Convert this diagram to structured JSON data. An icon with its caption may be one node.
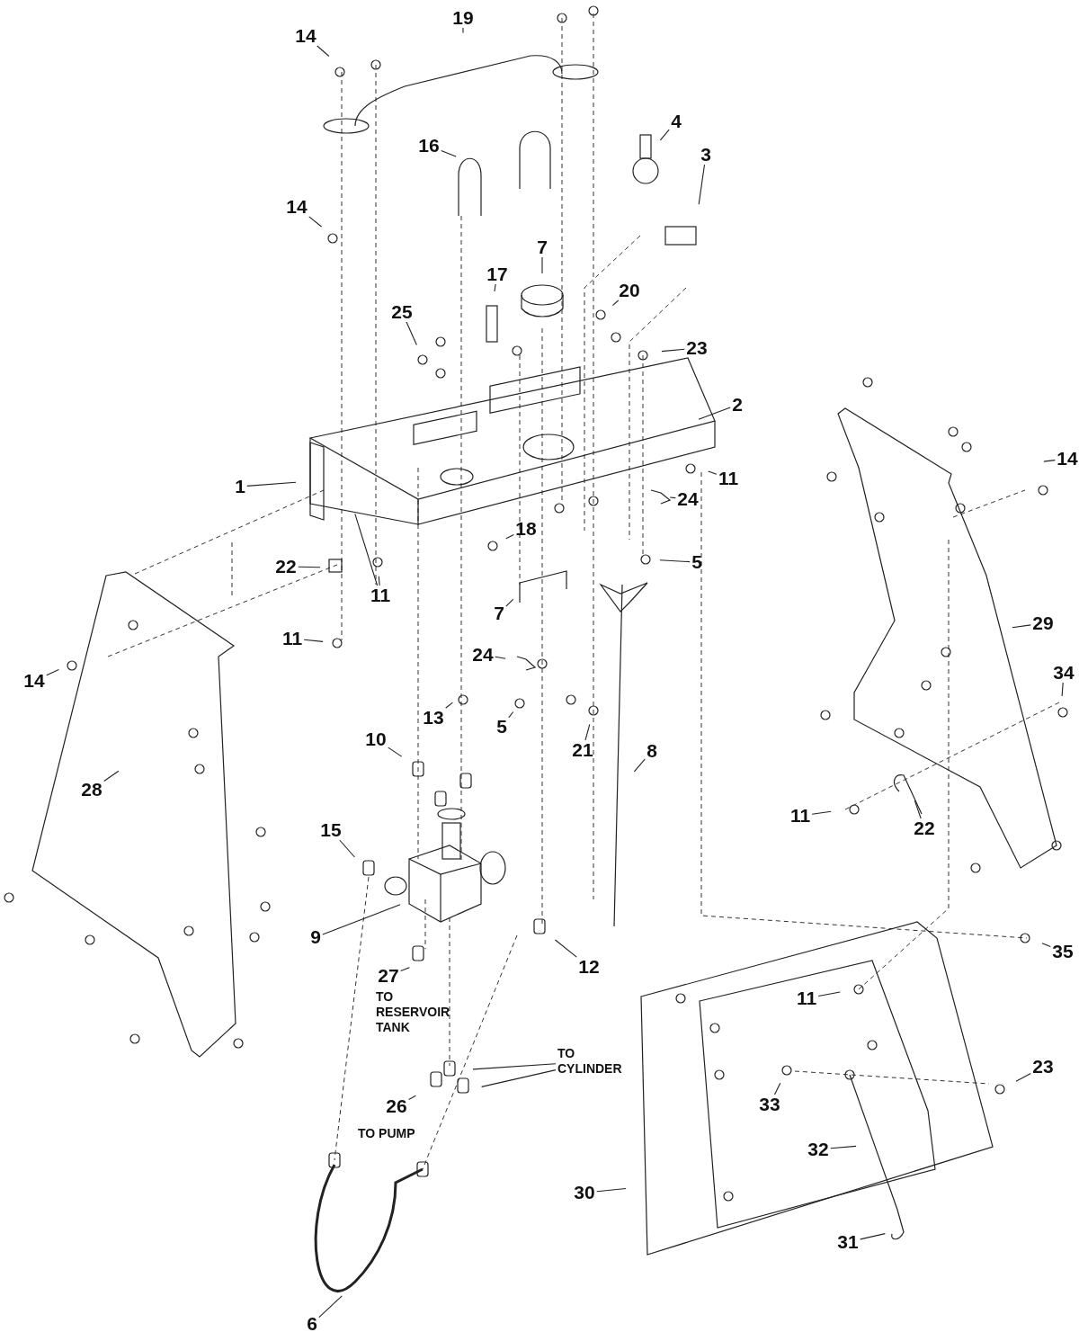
{
  "diagram": {
    "nodes": [
      {
        "text": [
          "19"
        ]
      },
      {
        "text": [
          "14"
        ]
      },
      {
        "text": [
          "4"
        ]
      },
      {
        "text": [
          "16"
        ]
      },
      {
        "text": [
          "3"
        ]
      },
      {
        "text": [
          "14"
        ]
      },
      {
        "text": [
          "7"
        ]
      },
      {
        "text": [
          "17"
        ]
      },
      {
        "text": [
          "20"
        ]
      },
      {
        "text": [
          "25"
        ]
      },
      {
        "text": [
          "23"
        ]
      },
      {
        "text": [
          "2"
        ]
      },
      {
        "text": [
          "1"
        ]
      },
      {
        "text": [
          "11"
        ]
      },
      {
        "text": [
          "24"
        ]
      },
      {
        "text": [
          "18"
        ]
      },
      {
        "text": [
          "22"
        ]
      },
      {
        "text": [
          "5"
        ]
      },
      {
        "text": [
          "11"
        ]
      },
      {
        "text": [
          "7"
        ]
      },
      {
        "text": [
          "11"
        ]
      },
      {
        "text": [
          "14"
        ]
      },
      {
        "text": [
          "24"
        ]
      },
      {
        "text": [
          "13"
        ]
      },
      {
        "text": [
          "5"
        ]
      },
      {
        "text": [
          "21"
        ]
      },
      {
        "text": [
          "10"
        ]
      },
      {
        "text": [
          "8"
        ]
      },
      {
        "text": [
          "28"
        ]
      },
      {
        "text": [
          "29"
        ]
      },
      {
        "text": [
          "14"
        ]
      },
      {
        "text": [
          "34"
        ]
      },
      {
        "text": [
          "11"
        ]
      },
      {
        "text": [
          "22"
        ]
      },
      {
        "text": [
          "15"
        ]
      },
      {
        "text": [
          "9"
        ]
      },
      {
        "text": [
          "27"
        ]
      },
      {
        "text": [
          "12"
        ]
      },
      {
        "text": [
          "35"
        ]
      },
      {
        "text": [
          "11"
        ]
      },
      {
        "text": [
          "TO CYLINDER"
        ]
      },
      {
        "text": [
          "23"
        ]
      },
      {
        "text": [
          "33"
        ]
      },
      {
        "text": [
          "26"
        ]
      },
      {
        "text": [
          "32"
        ]
      },
      {
        "text": [
          "30"
        ]
      },
      {
        "text": [
          "31"
        ]
      },
      {
        "text": [
          "6"
        ]
      }
    ],
    "edges": [
      {
        "from": 0,
        "to": null,
        "arrow": "none"
      },
      {
        "from": 1,
        "to": null,
        "arrow": "none"
      },
      {
        "from": 2,
        "to": null,
        "arrow": "none"
      },
      {
        "from": 3,
        "to": null,
        "arrow": "none"
      },
      {
        "from": 4,
        "to": null,
        "arrow": "none"
      },
      {
        "from": 5,
        "to": null,
        "arrow": "none"
      },
      {
        "from": 6,
        "to": null,
        "arrow": "none"
      },
      {
        "from": 7,
        "to": null,
        "arrow": "none"
      },
      {
        "from": 8,
        "to": null,
        "arrow": "none"
      },
      {
        "from": 9,
        "to": null,
        "arrow": "none"
      },
      {
        "from": 10,
        "to": null,
        "arrow": "none"
      },
      {
        "from": 11,
        "to": null,
        "arrow": "none"
      },
      {
        "from": 12,
        "to": null,
        "arrow": "none"
      },
      {
        "from": 13,
        "to": null,
        "arrow": "none"
      },
      {
        "from": 14,
        "to": null,
        "arrow": "none"
      },
      {
        "from": 15,
        "to": null,
        "arrow": "none"
      },
      {
        "from": 16,
        "to": null,
        "arrow": "none"
      },
      {
        "from": 17,
        "to": null,
        "arrow": "none"
      },
      {
        "from": 18,
        "to": null,
        "arrow": "none"
      },
      {
        "from": 18,
        "to": null,
        "arrow": "none"
      },
      {
        "from": 19,
        "to": null,
        "arrow": "none"
      },
      {
        "from": 20,
        "to": null,
        "arrow": "none"
      },
      {
        "from": 21,
        "to": null,
        "arrow": "none"
      },
      {
        "from": 22,
        "to": null,
        "arrow": "none"
      },
      {
        "from": 23,
        "to": null,
        "arrow": "none"
      },
      {
        "from": 24,
        "to": null,
        "arrow": "none"
      },
      {
        "from": 25,
        "to": null,
        "arrow": "none"
      },
      {
        "from": 26,
        "to": null,
        "arrow": "none"
      },
      {
        "from": 27,
        "to": null,
        "arrow": "none"
      },
      {
        "from": 28,
        "to": null,
        "arrow": "none"
      },
      {
        "from": 29,
        "to": null,
        "arrow": "none"
      },
      {
        "from": 30,
        "to": null,
        "arrow": "none"
      },
      {
        "from": 31,
        "to": null,
        "arrow": "none"
      },
      {
        "from": 32,
        "to": null,
        "arrow": "none"
      },
      {
        "from": 33,
        "to": null,
        "arrow": "none"
      },
      {
        "from": 34,
        "to": null,
        "arrow": "none"
      },
      {
        "from": 35,
        "to": null,
        "arrow": "none"
      },
      {
        "from": 36,
        "to": null,
        "arrow": "none"
      },
      {
        "from": 37,
        "to": null,
        "arrow": "none"
      },
      {
        "from": 38,
        "to": null,
        "arrow": "none"
      },
      {
        "from": 39,
        "to": null,
        "arrow": "none"
      },
      {
        "from": 40,
        "to": null,
        "arrow": "none"
      },
      {
        "from": 40,
        "to": null,
        "arrow": "none"
      },
      {
        "from": 41,
        "to": null,
        "arrow": "none"
      },
      {
        "from": 42,
        "to": null,
        "arrow": "none"
      },
      {
        "from": 43,
        "to": null,
        "arrow": "none"
      },
      {
        "from": 44,
        "to": null,
        "arrow": "none"
      },
      {
        "from": 45,
        "to": null,
        "arrow": "none"
      },
      {
        "from": 46,
        "to": null,
        "arrow": "none"
      },
      {
        "from": 47,
        "to": null,
        "arrow": "none"
      }
    ],
    "labels": [
      "TO RESERVOIR TANK",
      "TO PUMP"
    ]
  }
}
